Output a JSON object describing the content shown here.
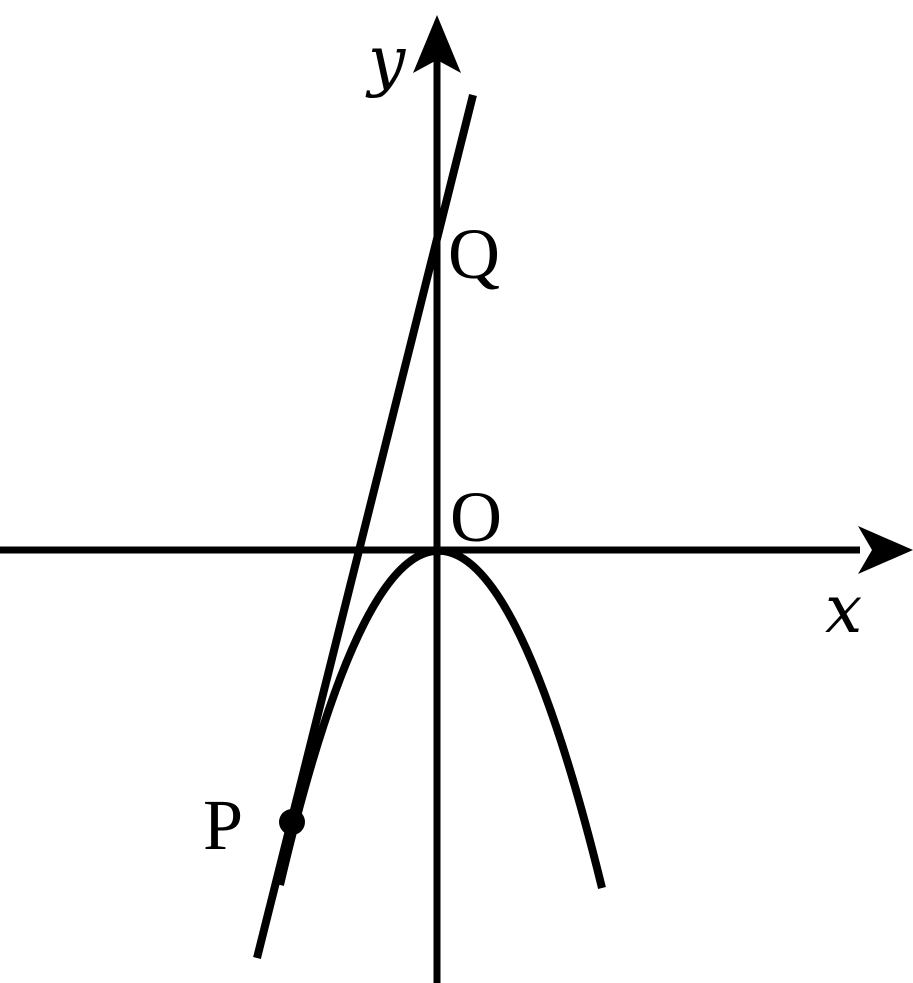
{
  "labels": {
    "x_axis": "x",
    "y_axis": "y",
    "origin": "O",
    "point_p": "P",
    "point_q": "Q"
  },
  "colors": {
    "stroke": "#000000",
    "background": "#ffffff"
  }
}
